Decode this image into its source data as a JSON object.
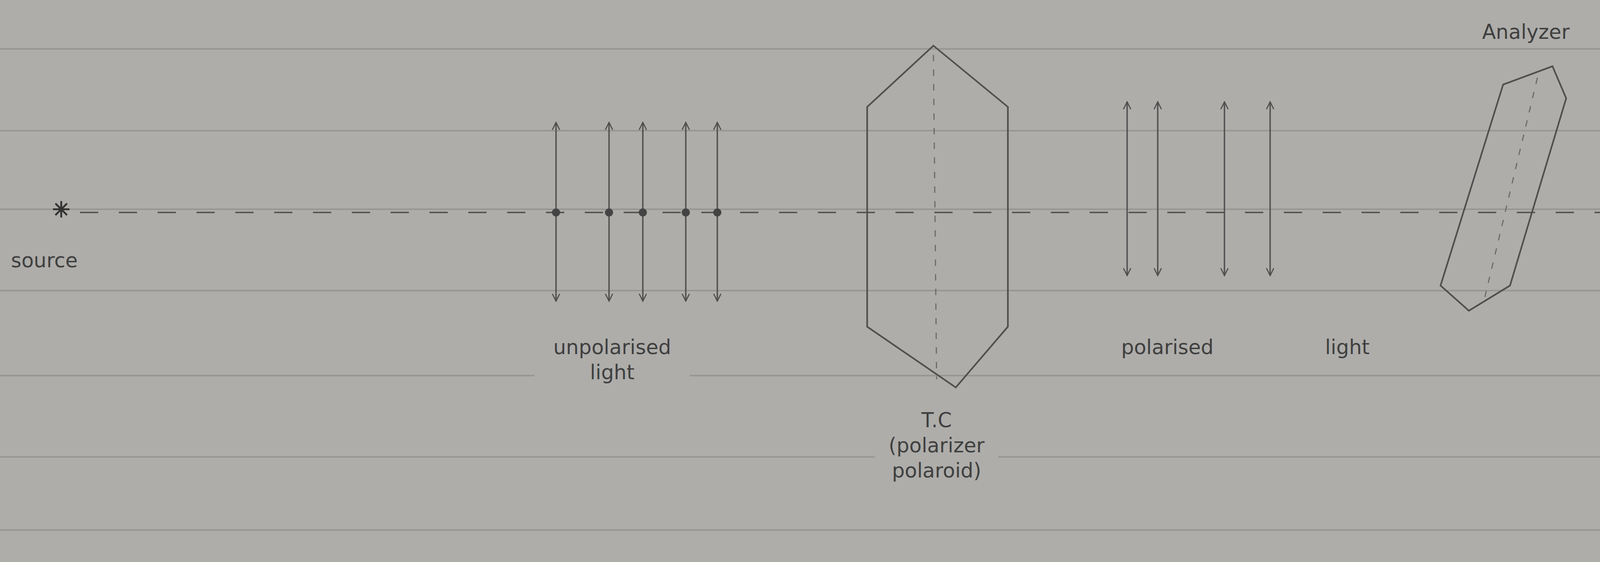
{
  "diagram": {
    "nodes": [
      {
        "text": [
          "T.C (polarizer polaroid)"
        ]
      },
      {
        "text": [
          "Analyzer"
        ]
      }
    ],
    "labels": [
      "source",
      "unpolarised light",
      "polarised light"
    ]
  }
}
